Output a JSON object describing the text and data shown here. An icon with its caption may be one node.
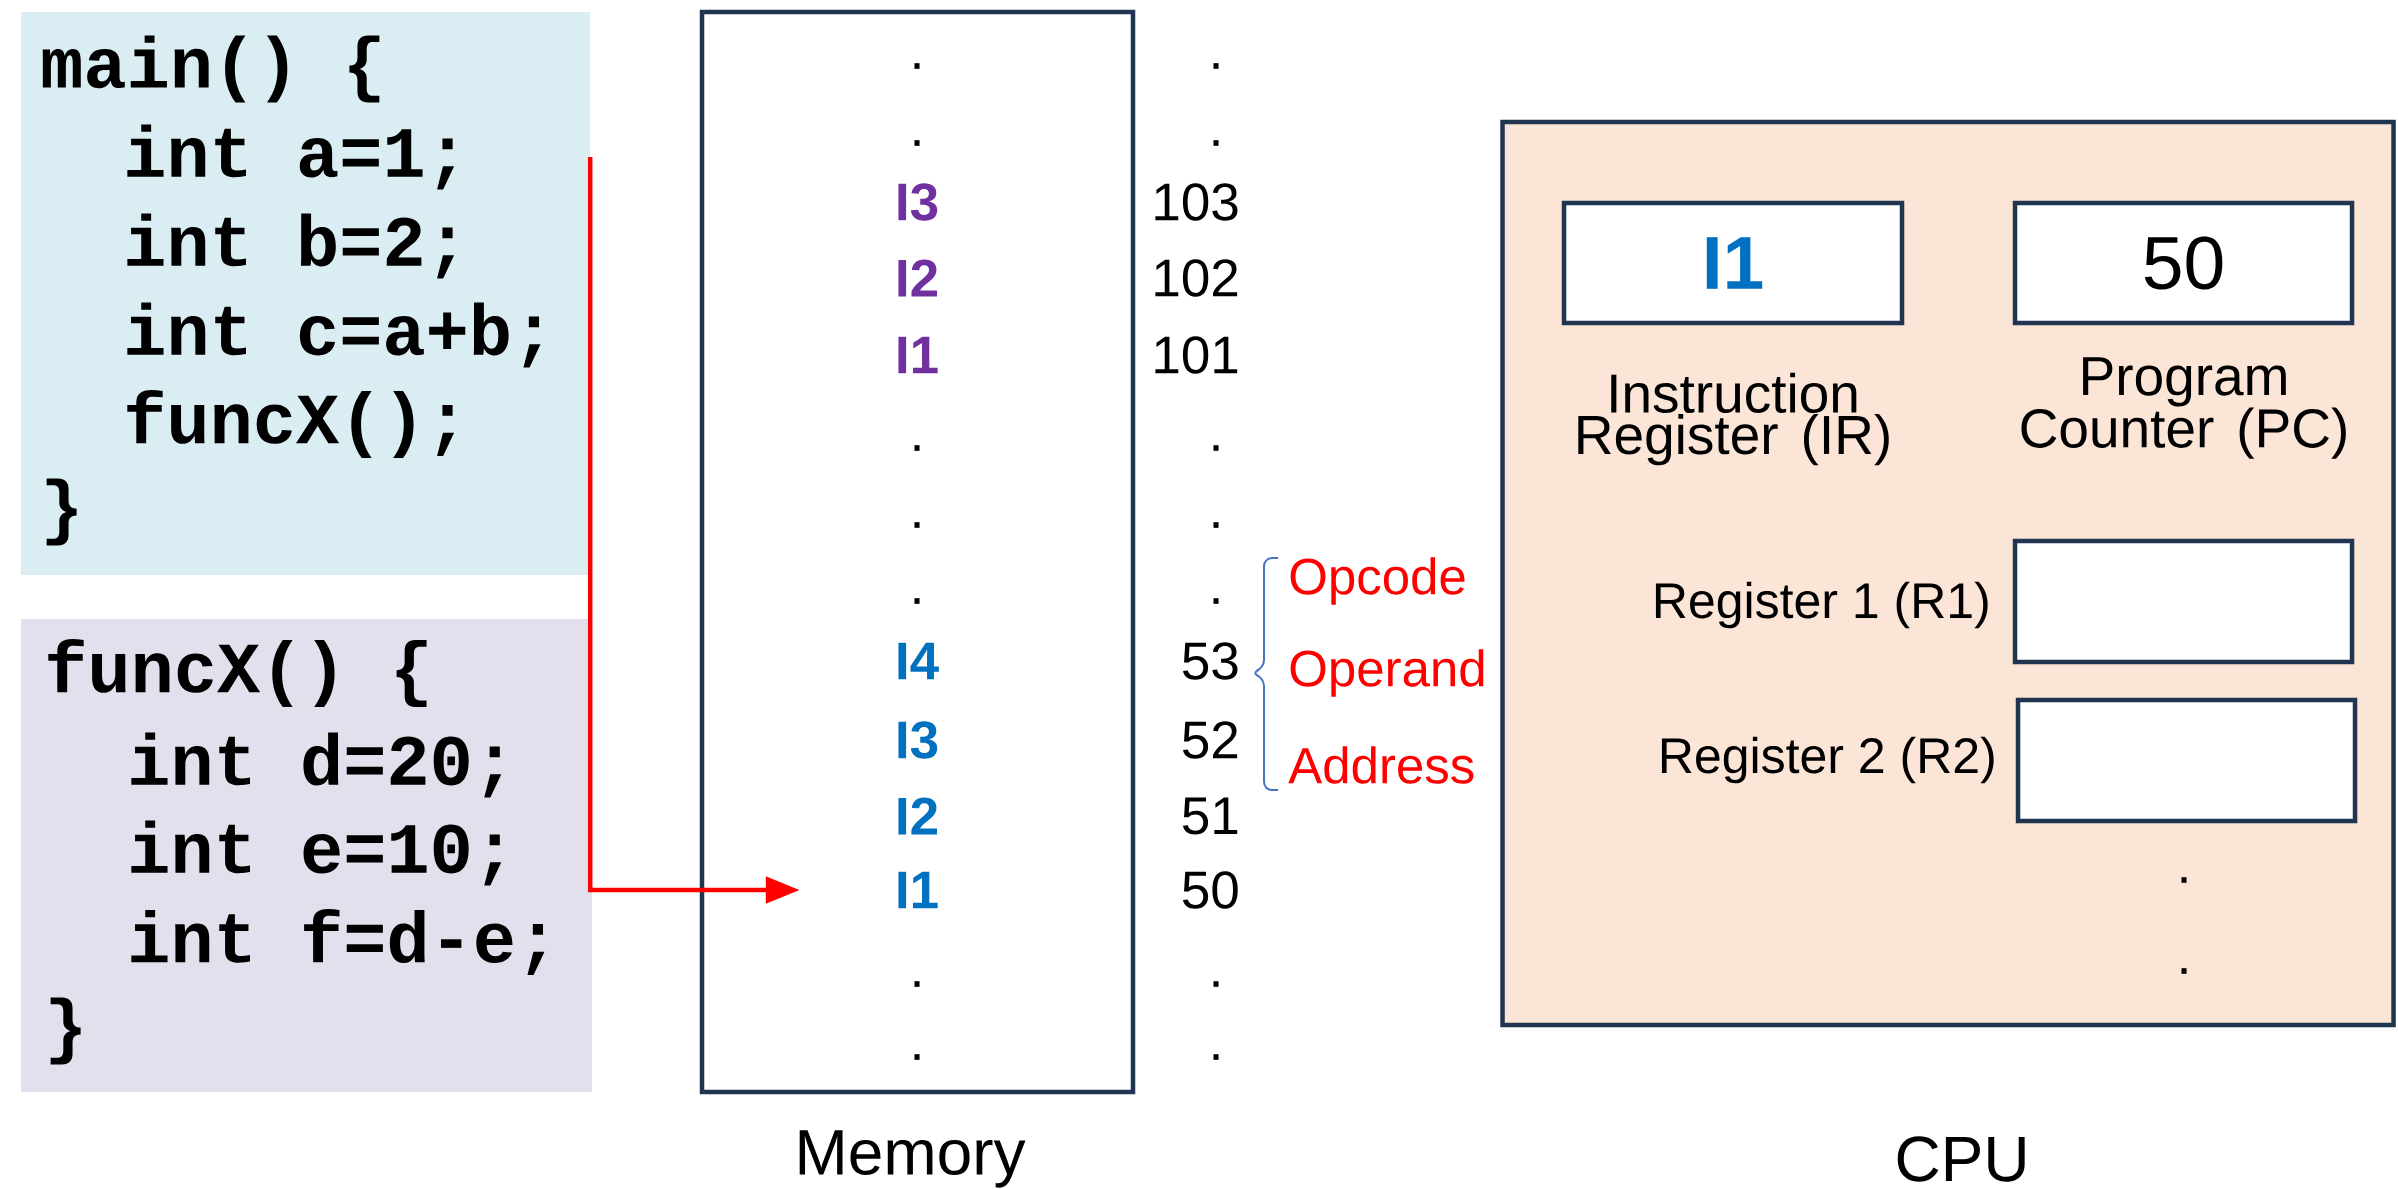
{
  "diagram": {
    "nodes": [
      {
        "text": [
          "main() {",
          "int a=1;",
          "int b=2;",
          "int c=a+b;",
          "funcX();",
          "}"
        ]
      },
      {
        "text": [
          "funcX() {",
          "int d=20;",
          "int e=10;",
          "int f=d-e;",
          "}"
        ]
      },
      {
        "text": [
          "Memory"
        ]
      },
      {
        "text": [
          "I1"
        ],
        "in": 2
      },
      {
        "text": [
          "CPU"
        ]
      },
      {
        "text": [
          "I1"
        ],
        "in": 4,
        "beside": [
          "Instruction Register (IR)"
        ]
      },
      {
        "text": [
          "50"
        ],
        "in": 4,
        "beside": [
          "Program Counter (PC)"
        ]
      },
      {
        "text": [],
        "shape": "box",
        "in": 4,
        "beside": [
          "Register 1 (R1)"
        ]
      },
      {
        "text": [],
        "shape": "box",
        "in": 4,
        "beside": [
          "Register 2 (R2)"
        ]
      }
    ],
    "edges": [
      {
        "from": 0,
        "to": 3,
        "arrow": "to",
        "color": "#ff0000"
      }
    ],
    "labels": [
      ".",
      ".",
      "I3",
      "I2",
      "I1",
      ".",
      ".",
      ".",
      "I4",
      "I3",
      "I2",
      ".",
      ".",
      ".",
      ".",
      "103",
      "102",
      "101",
      ".",
      ".",
      ".",
      "53",
      "52",
      "51",
      "50",
      ".",
      ".",
      "Opcode",
      "Operand",
      "Address",
      ".",
      "."
    ]
  }
}
